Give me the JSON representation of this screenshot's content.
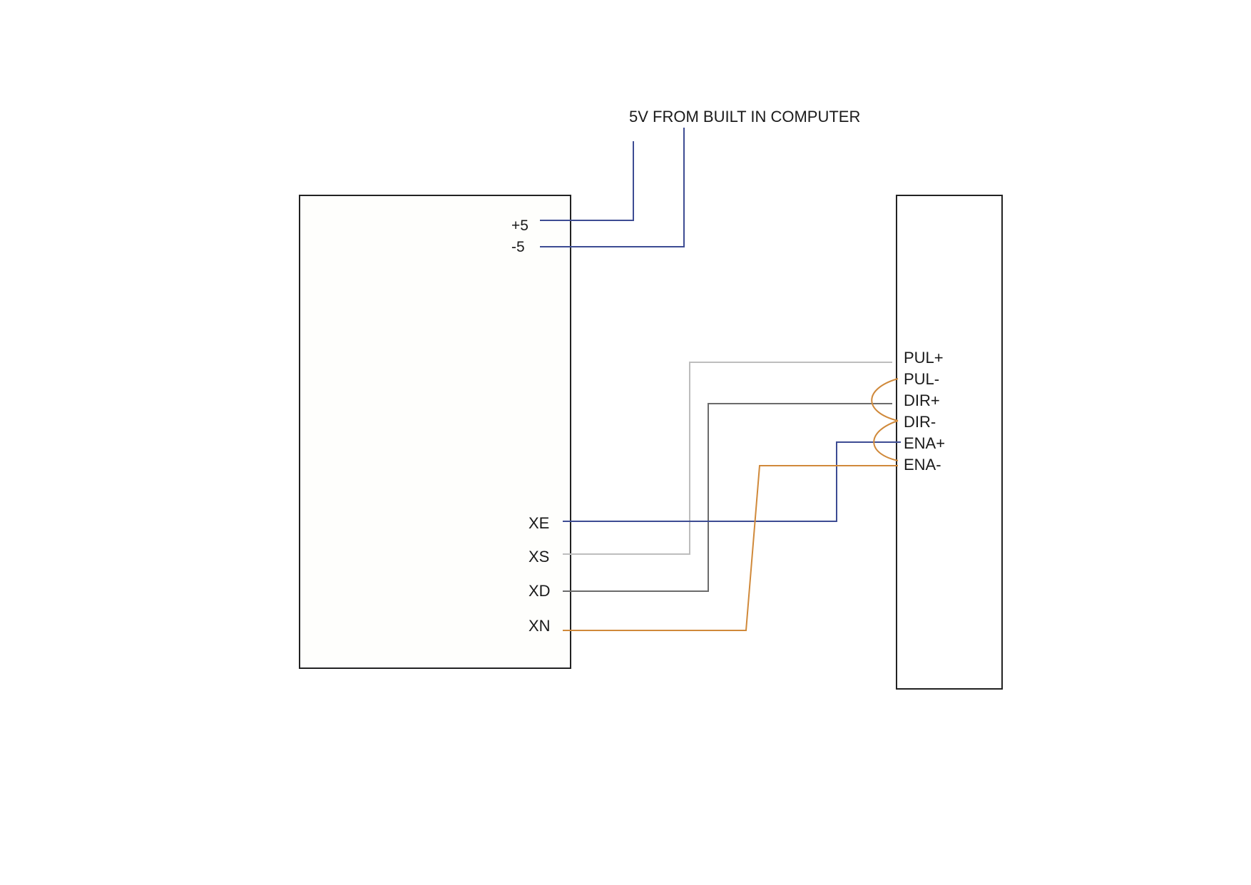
{
  "title": "5V FROM BUILT IN COMPUTER",
  "controller": {
    "power_pins": [
      "+5",
      "-5"
    ],
    "signal_pins": [
      "XE",
      "XS",
      "XD",
      "XN"
    ]
  },
  "driver": {
    "pins": [
      "PUL+",
      "PUL-",
      "DIR+",
      "DIR-",
      "ENA+",
      "ENA-"
    ]
  },
  "colors": {
    "power": "#3d4c93",
    "xe_ena": "#3d4c93",
    "xs_pul": "#bdbdbd",
    "xd_dir": "#6b6b6b",
    "xn_ena_minus": "#d0893a",
    "box": "#222222"
  }
}
